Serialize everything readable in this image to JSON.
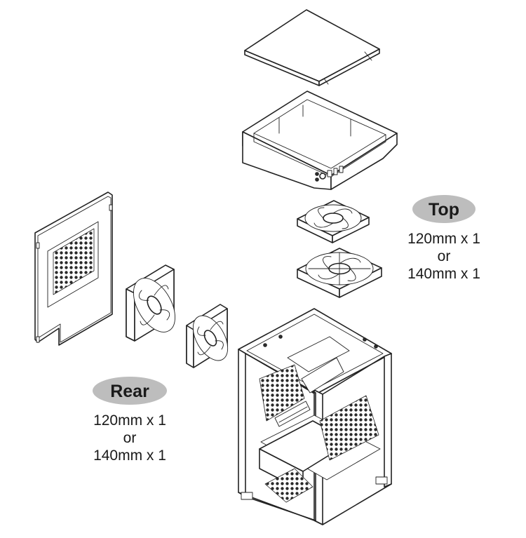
{
  "colors": {
    "line": "#222222",
    "badge_fill": "#bdbdbd",
    "text": "#1a1a1a",
    "background": "#ffffff"
  },
  "labels": {
    "top": {
      "badge": "Top",
      "line1": "120mm x 1",
      "line2": "or",
      "line3": "140mm x 1"
    },
    "rear": {
      "badge": "Rear",
      "line1": "120mm x 1",
      "line2": "or",
      "line3": "140mm x 1"
    }
  },
  "parts": [
    {
      "name": "top-panel-icon"
    },
    {
      "name": "top-frame-io-icon"
    },
    {
      "name": "top-fan-120mm-icon"
    },
    {
      "name": "top-fan-140mm-icon"
    },
    {
      "name": "rear-panel-icon"
    },
    {
      "name": "rear-fan-140mm-icon"
    },
    {
      "name": "rear-fan-120mm-icon"
    },
    {
      "name": "chassis-icon"
    }
  ]
}
